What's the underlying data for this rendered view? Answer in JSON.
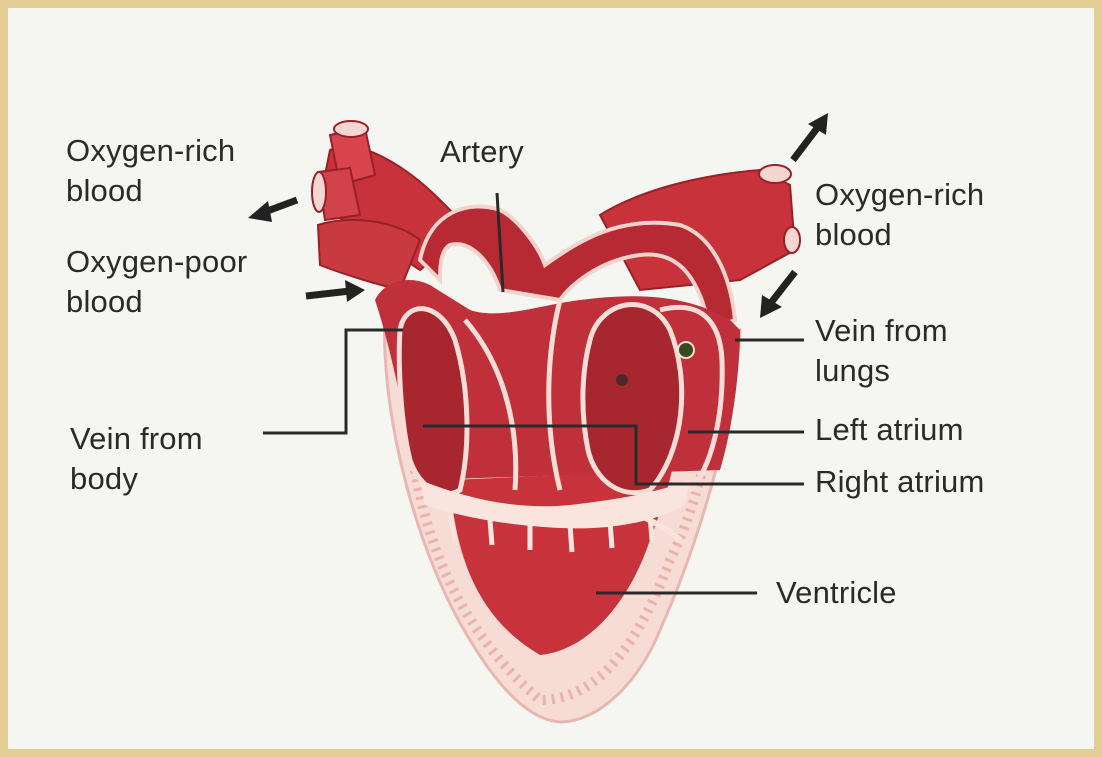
{
  "labels": {
    "oxygen_rich_left": [
      "Oxygen-rich",
      "blood"
    ],
    "oxygen_poor": [
      "Oxygen-poor",
      "blood"
    ],
    "artery": "Artery",
    "oxygen_rich_right": [
      "Oxygen-rich",
      "blood"
    ],
    "vein_from_lungs": [
      "Vein from",
      "lungs"
    ],
    "left_atrium": "Left atrium",
    "right_atrium": "Right atrium",
    "vein_from_body": [
      "Vein from",
      "body"
    ],
    "ventricle": "Ventricle"
  },
  "colors": {
    "frame": "#e3cf95",
    "background": "#f5f5f2",
    "heart_red": "#c8323a",
    "heart_dark": "#8e1e26",
    "heart_pale": "#f3d9d0",
    "wall_light": "#fbe9e2",
    "leader_line": "#2a2a2a"
  }
}
